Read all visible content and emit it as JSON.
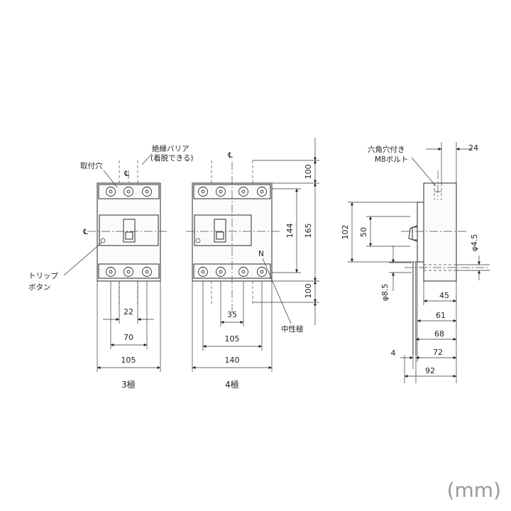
{
  "unit": "(mm)",
  "view_3p": {
    "caption": "3極",
    "label_mount_hole": "取付穴",
    "label_trip_line1": "トリップ",
    "label_trip_line2": "ボタン",
    "label_barrier_line1": "絶縁バリア",
    "label_barrier_line2": "(着脱できる)",
    "centerline_symbol": "℄",
    "dim_22": "22",
    "dim_70": "70",
    "dim_105": "105"
  },
  "view_4p": {
    "caption": "4極",
    "label_neutral": "中性極",
    "neutral_mark": "N",
    "dim_35": "35",
    "dim_105": "105",
    "dim_140": "140",
    "dim_100_top": "100",
    "dim_144": "144",
    "dim_165": "165",
    "dim_100_bottom": "100"
  },
  "side_view": {
    "label_hex_line1": "六角穴付き",
    "label_hex_line2": "M8ボルト",
    "dim_24": "24",
    "dim_102": "102",
    "dim_50": "50",
    "dim_phi45": "φ4.5",
    "dim_phi85": "φ8.5",
    "dim_4": "4",
    "dim_45": "45",
    "dim_61": "61",
    "dim_68": "68",
    "dim_72": "72",
    "dim_92": "92"
  }
}
